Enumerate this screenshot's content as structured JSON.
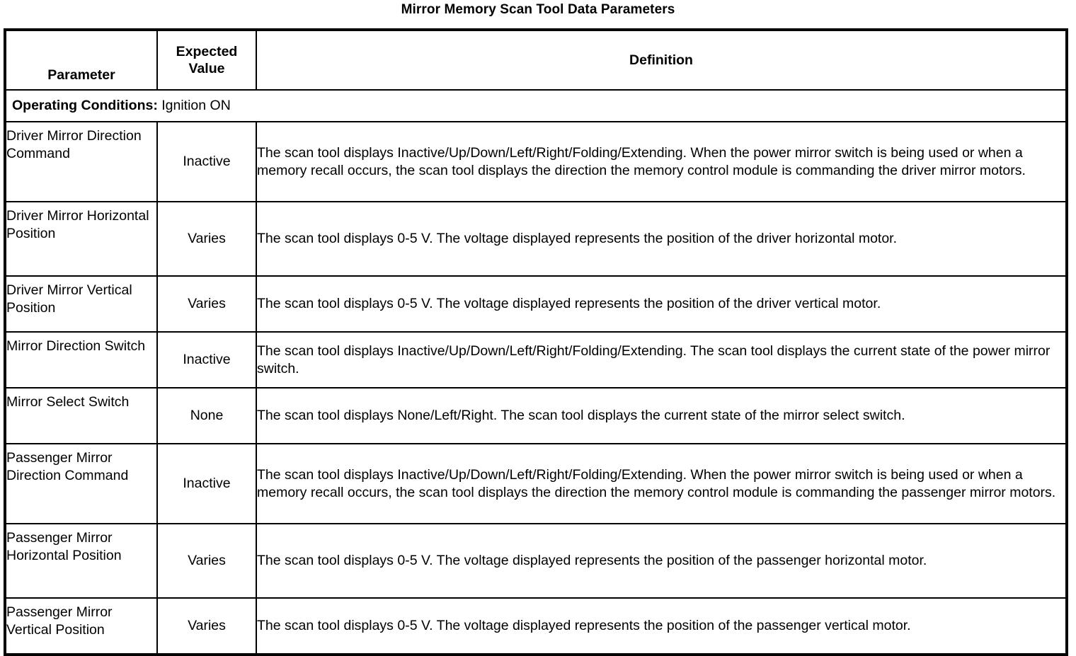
{
  "title": "Mirror Memory Scan Tool Data Parameters",
  "table": {
    "headers": {
      "parameter": "Parameter",
      "expected_value_line1": "Expected",
      "expected_value_line2": "Value",
      "definition": "Definition"
    },
    "operating_conditions": {
      "label": "Operating Conditions:",
      "value": " Ignition ON"
    },
    "rows": [
      {
        "parameter": "Driver Mirror Direction Command",
        "expected_value": "Inactive",
        "definition": "The scan tool displays Inactive/Up/Down/Left/Right/Folding/Extending. When the power mirror switch is being used or when a memory recall occurs, the scan tool displays the direction the memory control module is commanding the driver mirror motors."
      },
      {
        "parameter": "Driver Mirror Horizontal Position",
        "expected_value": "Varies",
        "definition": "The scan tool displays 0-5 V. The voltage displayed represents the position of the driver horizontal motor."
      },
      {
        "parameter": "Driver Mirror Vertical Position",
        "expected_value": "Varies",
        "definition": "The scan tool displays 0-5 V. The voltage displayed represents the position of the driver vertical motor."
      },
      {
        "parameter": "Mirror Direction Switch",
        "expected_value": "Inactive",
        "definition": "The scan tool displays Inactive/Up/Down/Left/Right/Folding/Extending. The scan tool displays the current state of the power mirror switch."
      },
      {
        "parameter": "Mirror Select Switch",
        "expected_value": "None",
        "definition": "The scan tool displays None/Left/Right. The scan tool displays the current state of the mirror select switch."
      },
      {
        "parameter": "Passenger Mirror Direction Command",
        "expected_value": "Inactive",
        "definition": "The scan tool displays Inactive/Up/Down/Left/Right/Folding/Extending. When the power mirror switch is being used or when a memory recall occurs, the scan tool displays the direction the memory control module is commanding the passenger mirror motors."
      },
      {
        "parameter": "Passenger Mirror Horizontal Position",
        "expected_value": "Varies",
        "definition": "The scan tool displays 0-5 V. The voltage displayed represents the position of the passenger horizontal motor."
      },
      {
        "parameter": "Passenger Mirror Vertical Position",
        "expected_value": "Varies",
        "definition": "The scan tool displays 0-5 V. The voltage displayed represents the position of the passenger vertical motor."
      }
    ]
  },
  "colors": {
    "text": "#000000",
    "background": "#ffffff",
    "border": "#000000"
  }
}
